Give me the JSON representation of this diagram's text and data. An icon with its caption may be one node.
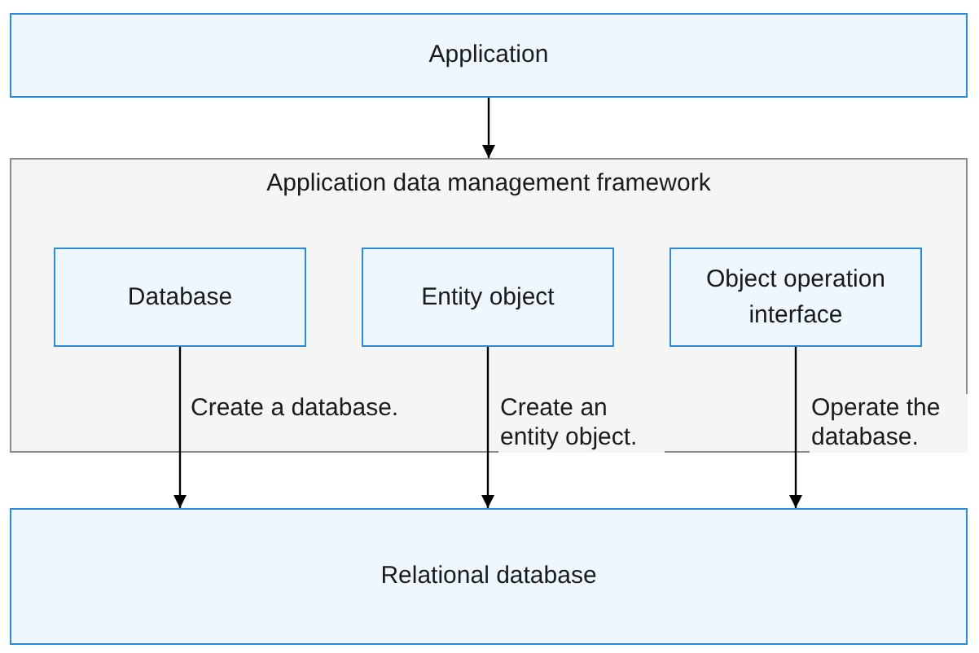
{
  "diagram": {
    "nodes": [
      {
        "text": [
          "Application"
        ]
      },
      {
        "text": [
          "Application data management framework"
        ]
      },
      {
        "text": [
          "Database"
        ],
        "in": 1
      },
      {
        "text": [
          "Entity object"
        ],
        "in": 1
      },
      {
        "text": [
          "Object operation interface"
        ],
        "in": 1
      },
      {
        "text": [
          "Relational database"
        ]
      }
    ],
    "edges": [
      {
        "from": 0,
        "to": 1,
        "arrow": "to"
      },
      {
        "from": 2,
        "to": 5,
        "arrow": "to",
        "label": "Create a database."
      },
      {
        "from": 3,
        "to": 5,
        "arrow": "to",
        "label": "Create an entity object."
      },
      {
        "from": 4,
        "to": 5,
        "arrow": "to",
        "label": "Operate the database."
      }
    ]
  }
}
